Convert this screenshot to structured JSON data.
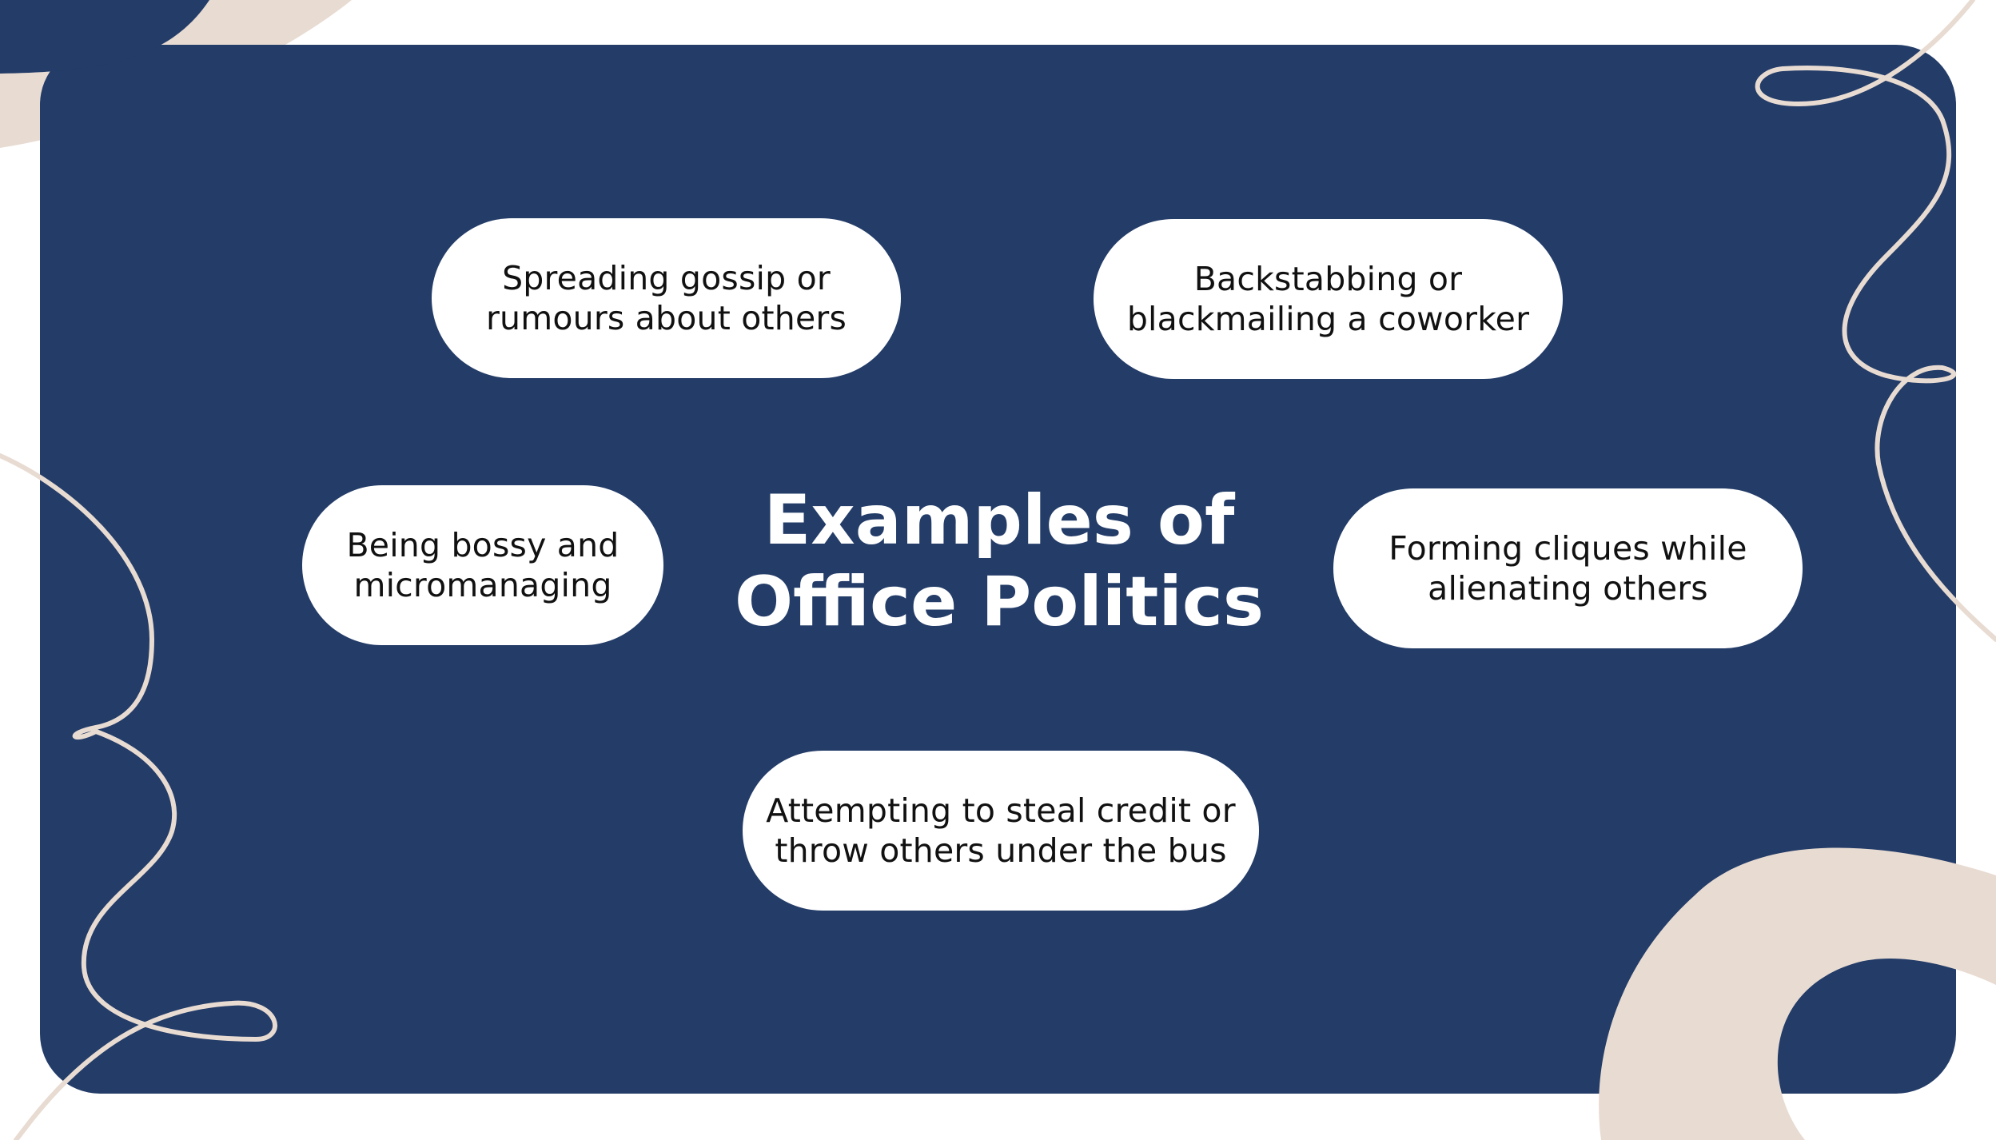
{
  "colors": {
    "background": "#ffffff",
    "panel": "#233c68",
    "accent_beige": "#e8dbd2",
    "card": "#ffffff",
    "card_text": "#111111",
    "title_text": "#ffffff"
  },
  "diagram": {
    "title": "Examples of\nOffice Politics",
    "items": [
      {
        "text": "Spreading gossip or\nrumours about others"
      },
      {
        "text": "Backstabbing or\nblackmailing a coworker"
      },
      {
        "text": "Being bossy and\nmicromanaging"
      },
      {
        "text": "Forming cliques while\nalienating others"
      },
      {
        "text": "Attempting to steal credit or\nthrow others under the bus"
      }
    ]
  }
}
